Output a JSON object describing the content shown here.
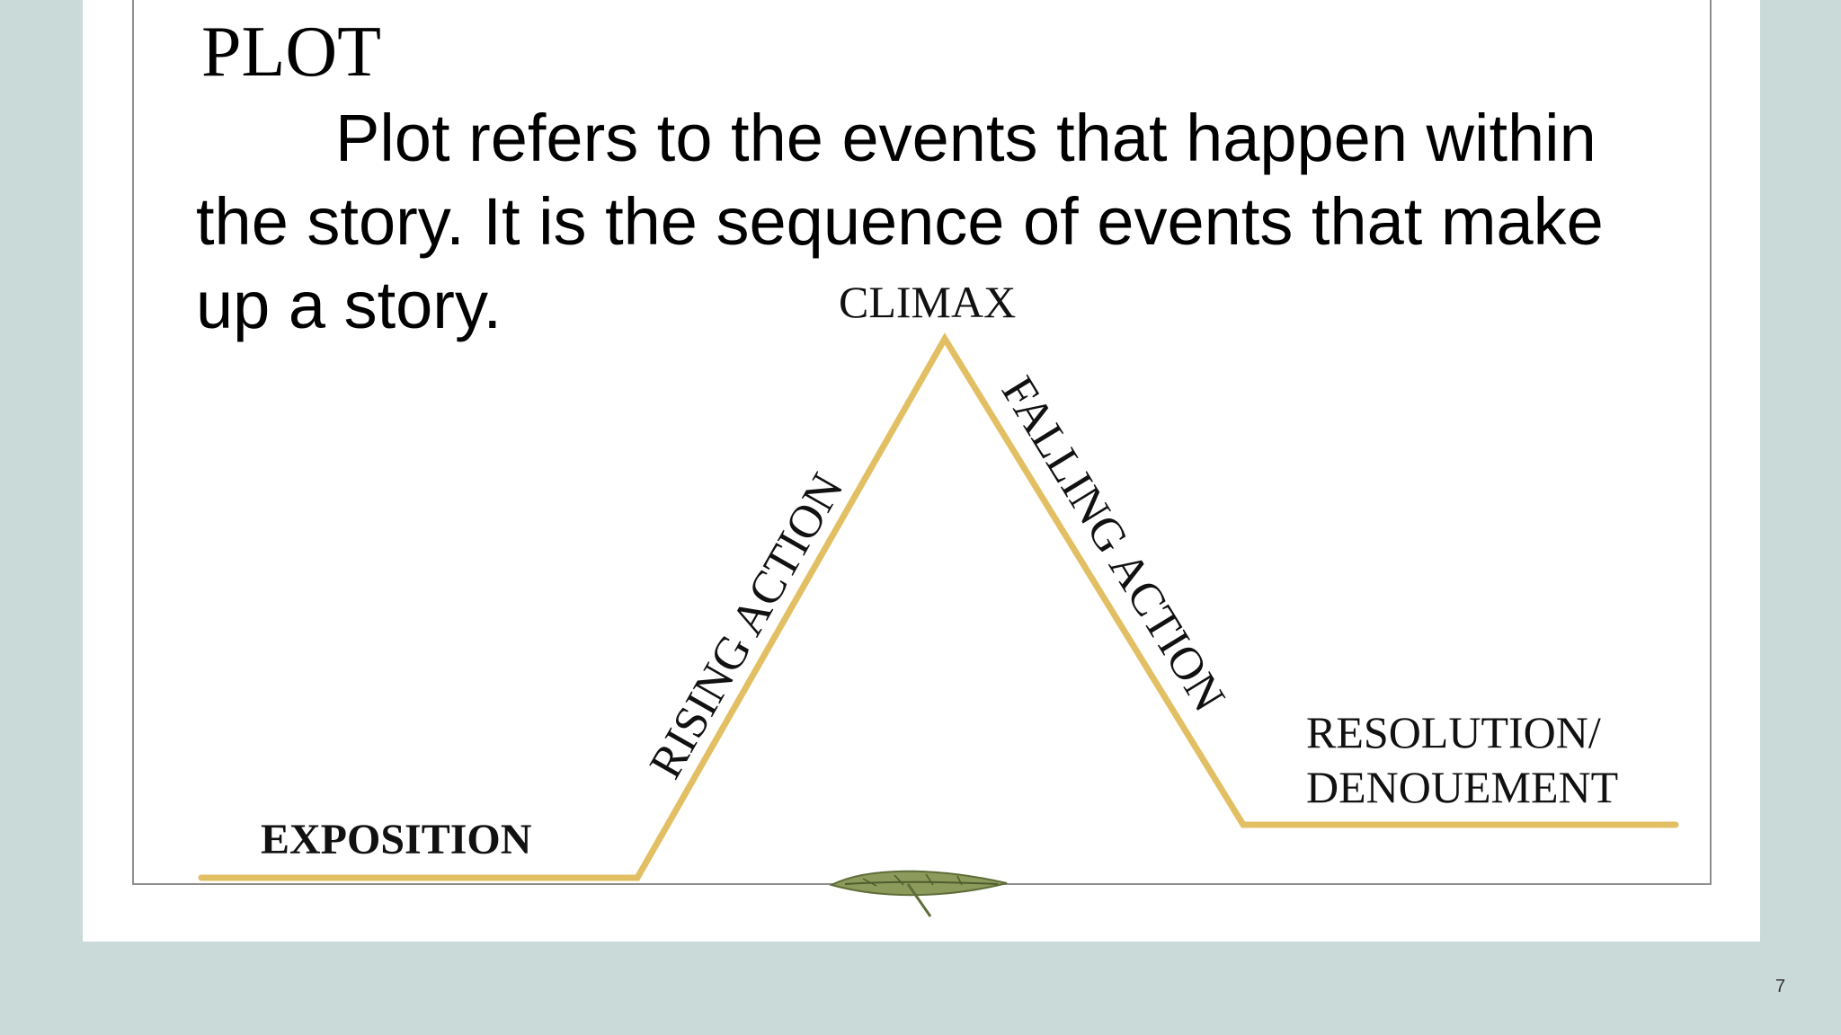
{
  "slide": {
    "title": "PLOT",
    "definition": "Plot refers to the events that happen within the story. It is the sequence of events that make up a story.",
    "page_number": "7"
  },
  "diagram": {
    "labels": {
      "exposition": "EXPOSITION",
      "rising_action": "RISING ACTION",
      "climax": "CLIMAX",
      "falling_action": "FALLING ACTION",
      "resolution_line1": "RESOLUTION/",
      "resolution_line2": "DENOUEMENT"
    },
    "line_color": "#e3bf64",
    "text_color": "#111111",
    "leaf_color": "#8c9a5b"
  }
}
